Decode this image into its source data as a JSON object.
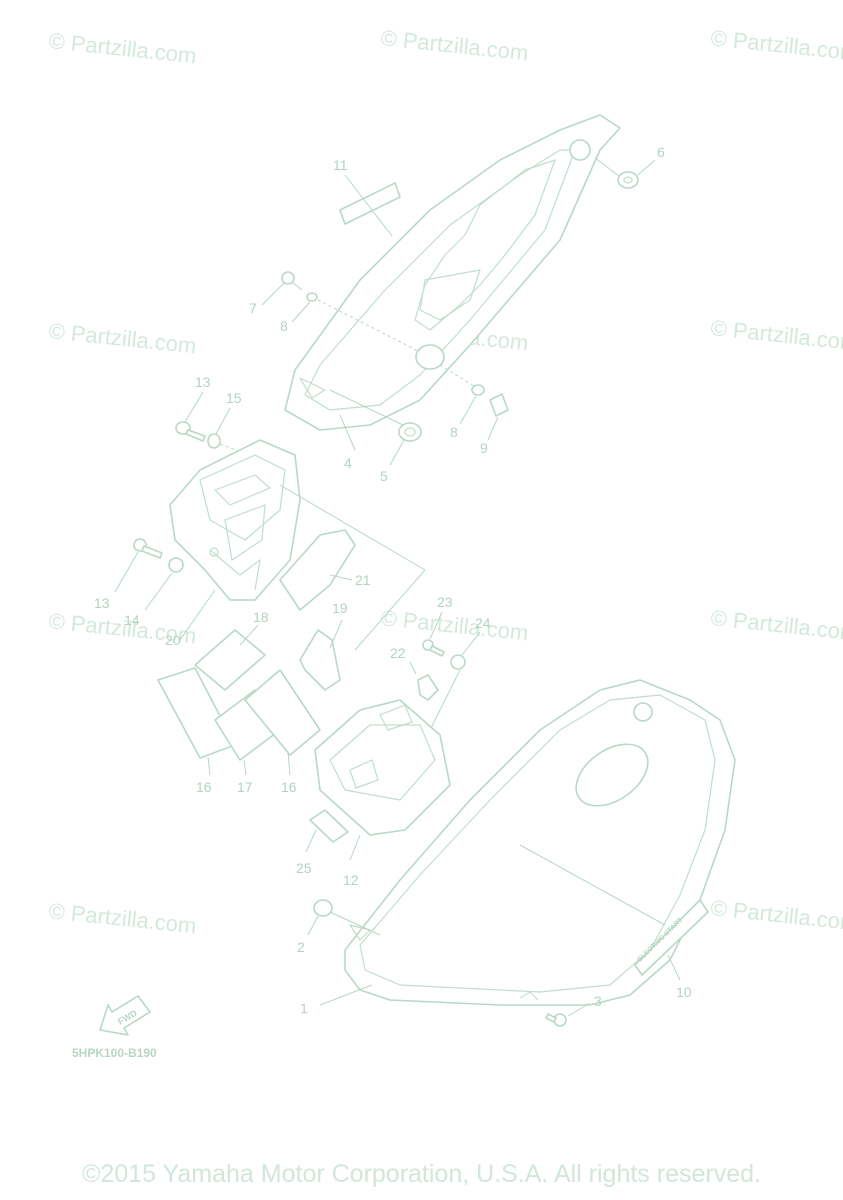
{
  "watermark": "© Partzilla.com",
  "diagram_code": "5HPK100-B190",
  "fwd_label": "FWD",
  "decal_text": "ELECTRIC START",
  "copyright": "©2015 Yamaha Motor Corporation, U.S.A. All rights reserved.",
  "callouts": [
    "1",
    "2",
    "3",
    "4",
    "5",
    "6",
    "7",
    "8",
    "8",
    "9",
    "10",
    "11",
    "12",
    "13",
    "13",
    "14",
    "15",
    "16",
    "16",
    "17",
    "18",
    "19",
    "20",
    "21",
    "22",
    "23",
    "24",
    "25"
  ],
  "colors": {
    "line": "#b9d8c6",
    "watermark": "#d4e8dc",
    "background": "#ffffff"
  }
}
